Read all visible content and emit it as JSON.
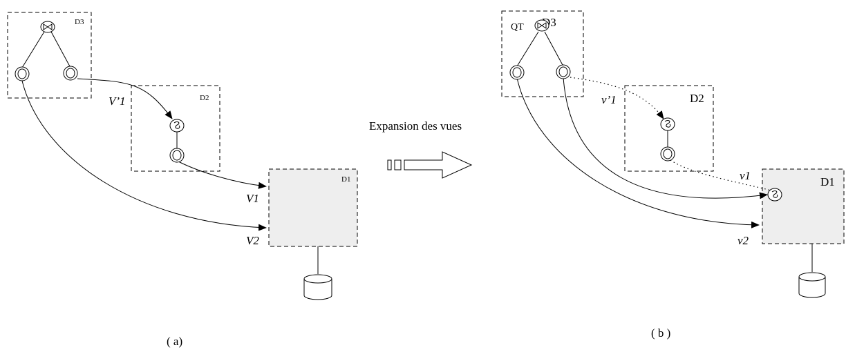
{
  "middle": {
    "arrow_label": "Expansion des vues"
  },
  "diagram_a": {
    "caption": "( a)",
    "site_d3": "D3",
    "site_d2": "D2",
    "site_d1": "D1",
    "edge_v_prime_1": "V’1",
    "edge_v1": "V1",
    "edge_v2": "V2"
  },
  "diagram_b": {
    "caption": "( b )",
    "site_d3": "D3",
    "query_tree_label": "QT",
    "site_d2": "D2",
    "site_d1": "D1",
    "edge_v_prime_1": "v’1",
    "edge_v1": "v1",
    "edge_v2": "v2"
  },
  "icons": {
    "join": "bowtie-join-icon",
    "selection": "sigma-selection-icon",
    "view": "double-circle-view-icon",
    "database": "cylinder-database-icon"
  }
}
